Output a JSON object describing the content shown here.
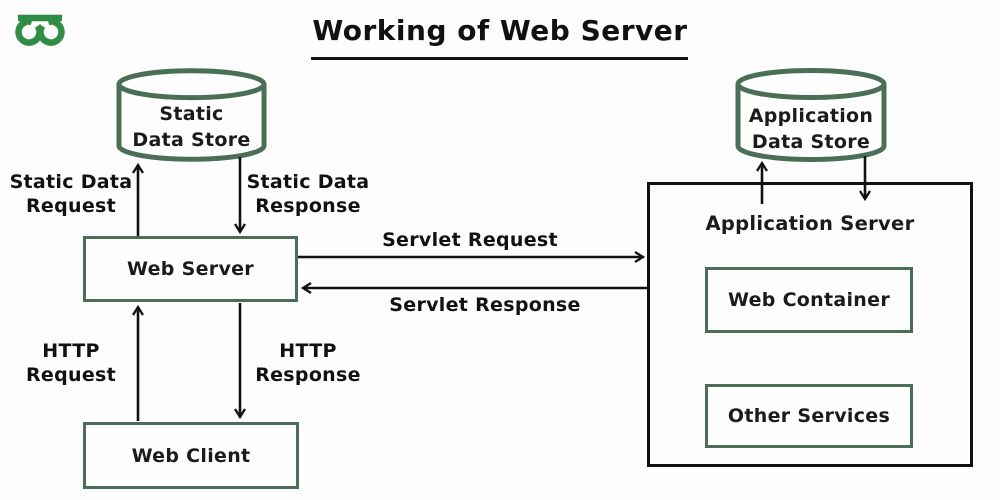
{
  "page": {
    "title": "Working of Web Server",
    "background_color": "#fdfdfd",
    "text_color": "#1b1b1b",
    "line_color": "#111111",
    "box_border_green": "#4a6e56",
    "logo_green": "#2f8d46"
  },
  "logo": {
    "name": "GeeksforGeeks"
  },
  "diagram": {
    "nodes": {
      "static_data_store": {
        "type": "cylinder",
        "label_line1": "Static",
        "label_line2": "Data Store"
      },
      "application_data_store": {
        "type": "cylinder",
        "label_line1": "Application",
        "label_line2": "Data Store"
      },
      "web_server": {
        "type": "box",
        "label": "Web Server"
      },
      "web_client": {
        "type": "box",
        "label": "Web Client"
      },
      "application_server": {
        "type": "container",
        "label": "Application Server"
      },
      "web_container": {
        "type": "box",
        "label": "Web Container"
      },
      "other_services": {
        "type": "box",
        "label": "Other Services"
      }
    },
    "edges": {
      "static_data_request": {
        "from": "web_server",
        "to": "static_data_store",
        "label_line1": "Static Data",
        "label_line2": "Request"
      },
      "static_data_response": {
        "from": "static_data_store",
        "to": "web_server",
        "label_line1": "Static Data",
        "label_line2": "Response"
      },
      "servlet_request": {
        "from": "web_server",
        "to": "application_server",
        "label": "Servlet Request"
      },
      "servlet_response": {
        "from": "application_server",
        "to": "web_server",
        "label": "Servlet Response"
      },
      "http_request": {
        "from": "web_client",
        "to": "web_server",
        "label_line1": "HTTP",
        "label_line2": "Request"
      },
      "http_response": {
        "from": "web_server",
        "to": "web_client",
        "label_line1": "HTTP",
        "label_line2": "Response"
      },
      "app_store_write": {
        "from": "application_server",
        "to": "application_data_store",
        "label": ""
      },
      "app_store_read": {
        "from": "application_data_store",
        "to": "application_server",
        "label": ""
      }
    }
  }
}
